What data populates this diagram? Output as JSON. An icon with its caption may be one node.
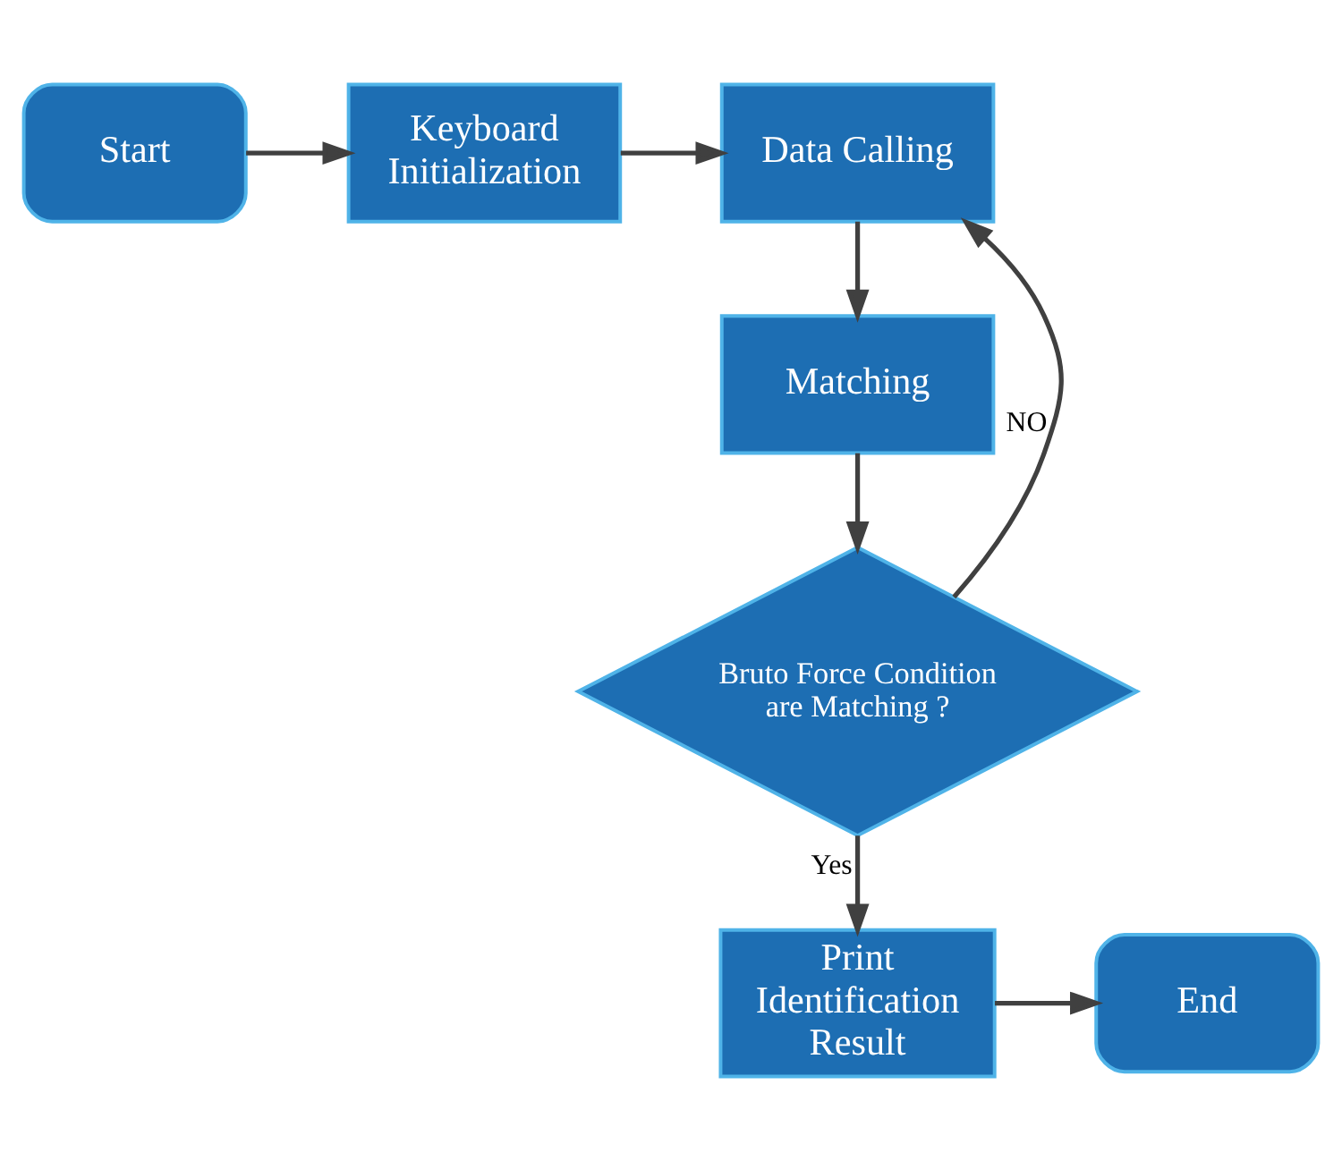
{
  "diagram": {
    "nodes": [
      {
        "text": [
          "Start"
        ]
      },
      {
        "text": [
          "Keyboard Initialization"
        ]
      },
      {
        "text": [
          "Data Calling"
        ]
      },
      {
        "text": [
          "Matching"
        ]
      },
      {
        "text": [
          "Bruto Force Condition are Matching ?"
        ]
      },
      {
        "text": [
          "Print Identification Result"
        ]
      },
      {
        "text": [
          "End"
        ]
      }
    ],
    "edges": [
      {
        "from": 0,
        "to": 1,
        "arrow": "to"
      },
      {
        "from": 1,
        "to": 2,
        "arrow": "to"
      },
      {
        "from": 2,
        "to": 3,
        "arrow": "to"
      },
      {
        "from": 3,
        "to": 4,
        "arrow": "to"
      },
      {
        "from": 4,
        "to": 2,
        "arrow": "to",
        "label": "NO"
      },
      {
        "from": 4,
        "to": 5,
        "arrow": "to",
        "label": "Yes"
      },
      {
        "from": 5,
        "to": 6,
        "arrow": "to"
      }
    ]
  }
}
